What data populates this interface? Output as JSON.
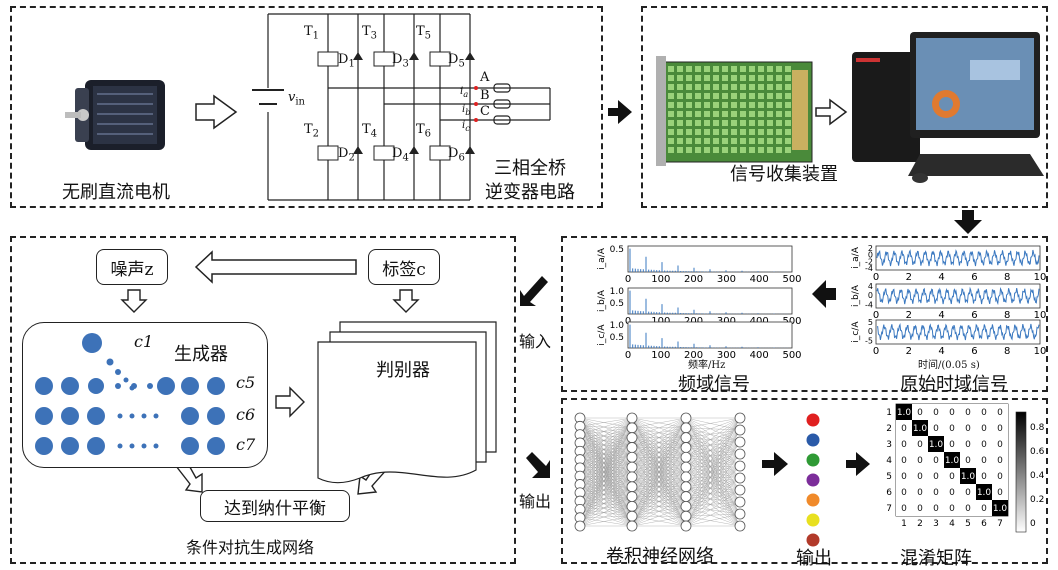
{
  "motor": {
    "label": "无刷直流电机"
  },
  "inverter": {
    "label_line1": "三相全桥",
    "label_line2": "逆变器电路",
    "source": "v",
    "source_sub": "in",
    "switches": [
      "T",
      "T",
      "T",
      "T",
      "T",
      "T"
    ],
    "switch_subs": [
      "1",
      "3",
      "5",
      "2",
      "4",
      "6"
    ],
    "diodes": [
      "D",
      "D",
      "D",
      "D",
      "D",
      "D"
    ],
    "diode_subs": [
      "1",
      "3",
      "5",
      "2",
      "4",
      "6"
    ],
    "phases": [
      "A",
      "B",
      "C"
    ],
    "currents": [
      "i",
      "i",
      "i"
    ],
    "current_subs": [
      "a",
      "b",
      "c"
    ]
  },
  "daq": {
    "label": "信号收集装置"
  },
  "signals": {
    "freq_label": "频域信号",
    "time_label": "原始时域信号",
    "freq_ylabels": [
      "i_a/A",
      "i_b/A",
      "i_c/A"
    ],
    "time_ylabels": [
      "i_a/A",
      "i_b/A",
      "i_c/A"
    ],
    "freq_xticks": [
      "0",
      "100",
      "200",
      "300",
      "400",
      "500"
    ],
    "time_xticks": [
      "0",
      "2",
      "4",
      "6",
      "8",
      "10"
    ],
    "freq_xlabel": "频率/Hz",
    "time_xlabel": "时间/(0.05 s)",
    "freq_yticks": [
      [
        "0.5"
      ],
      [
        "1.0",
        "0.5"
      ],
      [
        "1.0",
        "0.5"
      ]
    ],
    "time_yticks": [
      [
        "2",
        "0",
        "-2",
        "-4"
      ],
      [
        "4",
        "0",
        "-4"
      ],
      [
        "5",
        "0",
        "-5"
      ]
    ]
  },
  "gan": {
    "noise": "噪声z",
    "label": "标签c",
    "generator": "生成器",
    "discriminator": "判别器",
    "nash": "达到纳什平衡",
    "title": "条件对抗生成网络",
    "c_labels": [
      "c1",
      "c5",
      "c6",
      "c7"
    ]
  },
  "flow": {
    "input": "输入",
    "output": "输出"
  },
  "cnn": {
    "label": "卷积神经网络",
    "output_label": "输出",
    "output_colors": [
      "#e02020",
      "#2a5aa8",
      "#2f9a35",
      "#7c2d9a",
      "#f08a2a",
      "#e8e020",
      "#b23a2a"
    ]
  },
  "confusion": {
    "label": "混淆矩阵",
    "classes": [
      "1",
      "2",
      "3",
      "4",
      "5",
      "6",
      "7"
    ],
    "matrix": [
      [
        1.0,
        0,
        0,
        0,
        0,
        0,
        0
      ],
      [
        0,
        1.0,
        0,
        0,
        0,
        0,
        0
      ],
      [
        0,
        0,
        1.0,
        0,
        0,
        0,
        0
      ],
      [
        0,
        0,
        0,
        1.0,
        0,
        0,
        0
      ],
      [
        0,
        0,
        0,
        0,
        1.0,
        0,
        0
      ],
      [
        0,
        0,
        0,
        0,
        0,
        1.0,
        0
      ],
      [
        0,
        0,
        0,
        0,
        0,
        0,
        1.0
      ]
    ],
    "colorbar_ticks": [
      "0.8",
      "0.6",
      "0.4",
      "0.2",
      "0"
    ]
  }
}
